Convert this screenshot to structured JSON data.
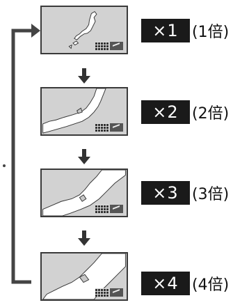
{
  "levels": [
    {
      "badge": "×1",
      "paren": "(1倍)"
    },
    {
      "badge": "×2",
      "paren": "(2倍)"
    },
    {
      "badge": "×3",
      "paren": "(3倍)"
    },
    {
      "badge": "×4",
      "paren": "(4倍)"
    }
  ],
  "colors": {
    "badge_bg": "#1a1a1a",
    "map_bg": "#d2d2d2",
    "land": "#ffffff",
    "line": "#444444"
  },
  "icons": [
    "down-arrow-icon",
    "loop-arrow-icon",
    "map-grid-icon",
    "map-pan-icon"
  ]
}
